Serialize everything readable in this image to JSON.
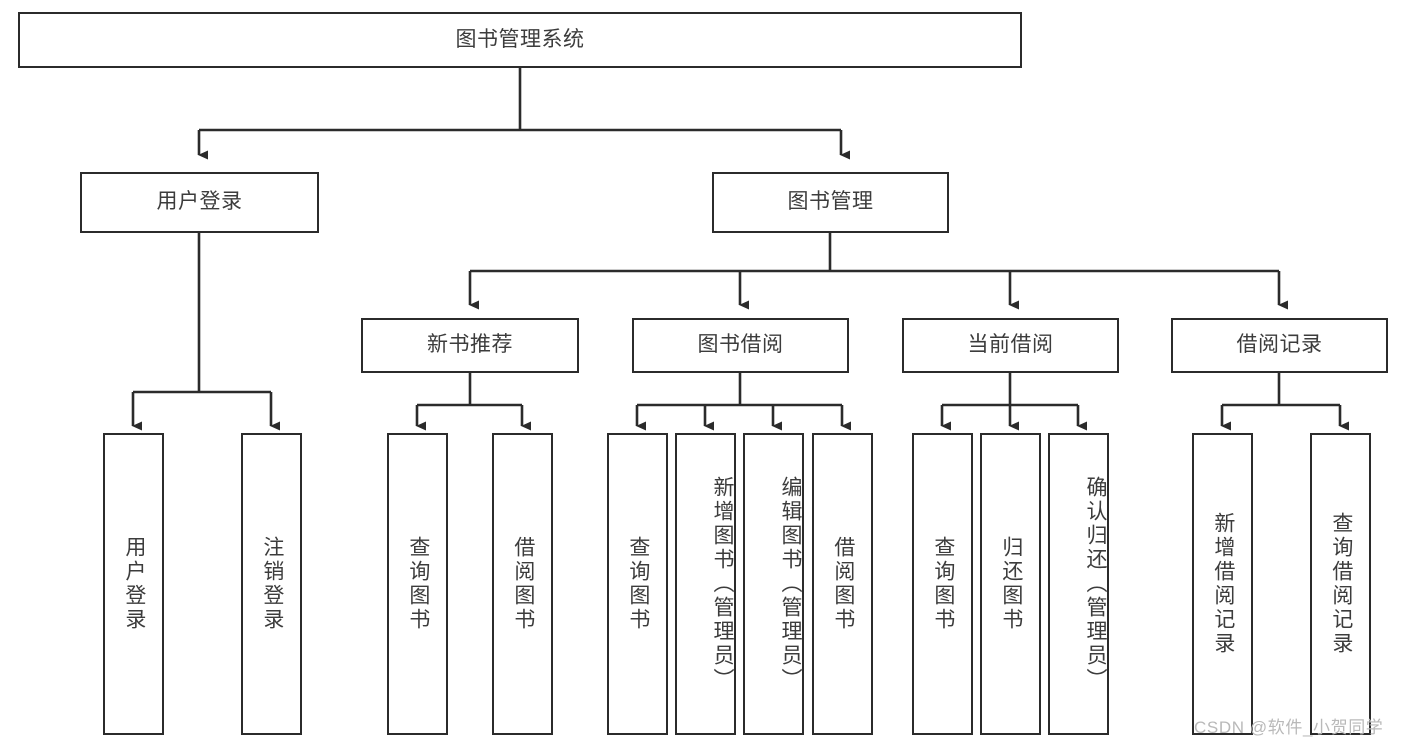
{
  "diagram": {
    "type": "hierarchy-tree",
    "title_node": {
      "label": "图书管理系统",
      "level": 0
    },
    "level1": [
      {
        "id": "user-login",
        "label": "用户登录"
      },
      {
        "id": "book-management",
        "label": "图书管理"
      }
    ],
    "level2": [
      {
        "id": "new-book-recommend",
        "label": "新书推荐",
        "parent": "book-management"
      },
      {
        "id": "book-borrow",
        "label": "图书借阅",
        "parent": "book-management"
      },
      {
        "id": "current-borrow",
        "label": "当前借阅",
        "parent": "book-management"
      },
      {
        "id": "borrow-record",
        "label": "借阅记录",
        "parent": "book-management"
      }
    ],
    "leaves": [
      {
        "id": "leaf-user-login",
        "label": "用户登录",
        "parent": "user-login"
      },
      {
        "id": "leaf-logout",
        "label": "注销登录",
        "parent": "user-login"
      },
      {
        "id": "leaf-query-book-1",
        "label": "查询图书",
        "parent": "new-book-recommend"
      },
      {
        "id": "leaf-borrow-book-1",
        "label": "借阅图书",
        "parent": "new-book-recommend"
      },
      {
        "id": "leaf-query-book-2",
        "label": "查询图书",
        "parent": "book-borrow"
      },
      {
        "id": "leaf-add-book",
        "label": "新增图书（管理员）",
        "parent": "book-borrow"
      },
      {
        "id": "leaf-edit-book",
        "label": "编辑图书（管理员）",
        "parent": "book-borrow"
      },
      {
        "id": "leaf-borrow-book-2",
        "label": "借阅图书",
        "parent": "book-borrow"
      },
      {
        "id": "leaf-query-book-3",
        "label": "查询图书",
        "parent": "current-borrow"
      },
      {
        "id": "leaf-return-book",
        "label": "归还图书",
        "parent": "current-borrow"
      },
      {
        "id": "leaf-confirm-return",
        "label": "确认归还（管理员）",
        "parent": "current-borrow"
      },
      {
        "id": "leaf-add-record",
        "label": "新增借阅记录",
        "parent": "borrow-record"
      },
      {
        "id": "leaf-query-record",
        "label": "查询借阅记录",
        "parent": "borrow-record"
      }
    ],
    "colors": {
      "border": "#2b2b2b",
      "text": "#3c3c3c",
      "background": "#ffffff",
      "watermark": "#b9b9b9"
    }
  },
  "watermark": {
    "text": "CSDN @软件_小贺同学"
  }
}
